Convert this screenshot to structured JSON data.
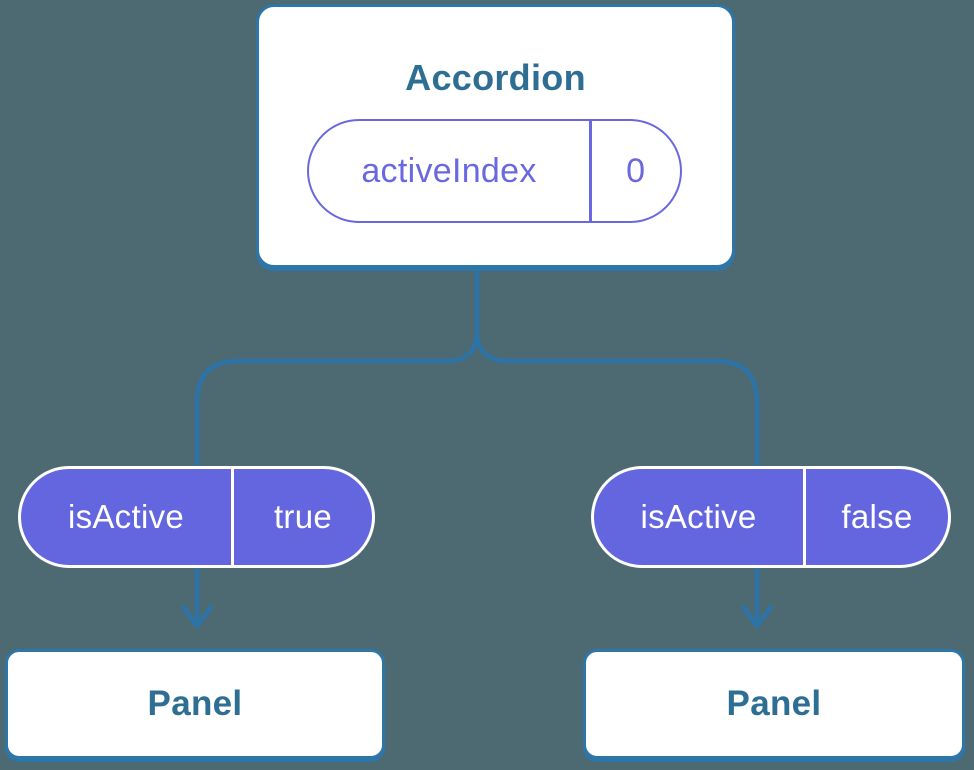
{
  "colors": {
    "background": "#4d6972",
    "connector": "#2c74a8",
    "card_border": "#2e76a8",
    "card_fill": "#ffffff",
    "heading_text": "#2f6e93",
    "state_purple": "#6a68e0",
    "pill_fill": "#6366de",
    "pill_border": "#ffffff",
    "pill_text": "#ffffff"
  },
  "tree": {
    "root": {
      "title": "Accordion",
      "state": {
        "name": "activeIndex",
        "value": "0"
      }
    },
    "children": [
      {
        "prop": {
          "name": "isActive",
          "value": "true"
        },
        "title": "Panel"
      },
      {
        "prop": {
          "name": "isActive",
          "value": "false"
        },
        "title": "Panel"
      }
    ]
  }
}
